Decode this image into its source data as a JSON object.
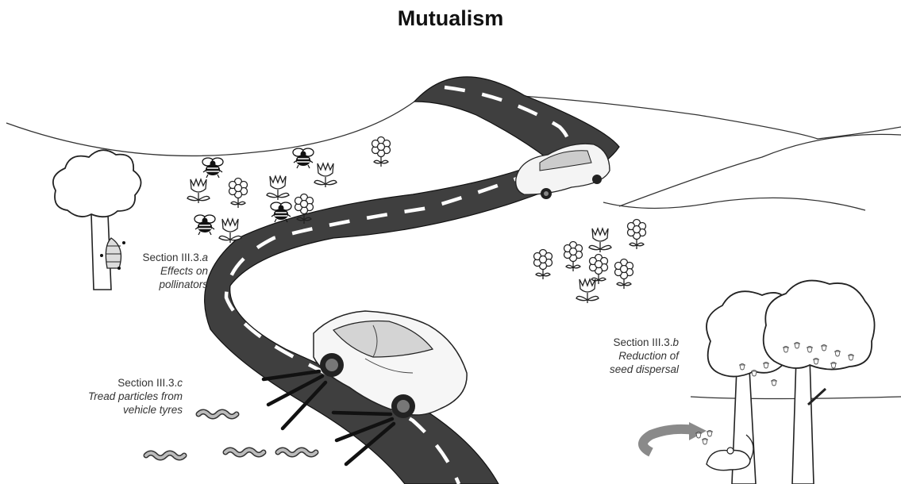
{
  "title": "Mutualism",
  "captions": {
    "pollinators": {
      "section_prefix": "Section III.3.",
      "section_letter": "a",
      "line1": "Effects on",
      "line2": "pollinators"
    },
    "seed": {
      "section_prefix": "Section III.3.",
      "section_letter": "b",
      "line1": "Reduction of",
      "line2": "seed dispersal"
    },
    "tread": {
      "section_prefix": "Section III.3.",
      "section_letter": "c",
      "line1": "Tread particles from",
      "line2": "vehicle tyres"
    }
  },
  "colors": {
    "road": "#3f3f3f",
    "road_edge": "#e8e8e8",
    "outline": "#1a1a1a",
    "arrow": "#8a8a8a"
  }
}
